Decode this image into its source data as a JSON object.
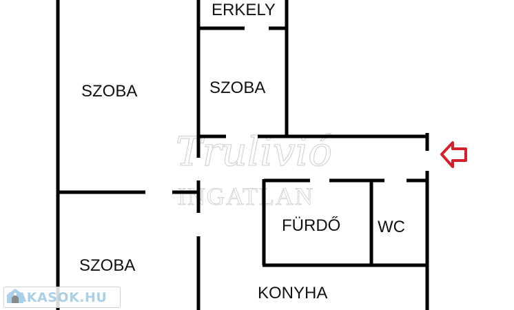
{
  "rooms": {
    "erkely": "ERKELY",
    "szoba_top_left": "SZOBA",
    "szoba_top_middle": "SZOBA",
    "szoba_bottom_left": "SZOBA",
    "furdo": "FÜRDŐ",
    "wc": "WC",
    "konyha": "KONYHA"
  },
  "watermark": {
    "script": "Trulivió",
    "word": "INGATLAN"
  },
  "logo": {
    "text": "LAKASOK.HU",
    "color": "#a9d0e6"
  },
  "colors": {
    "wall": "#000000",
    "entrance_arrow": "#d3202a"
  }
}
